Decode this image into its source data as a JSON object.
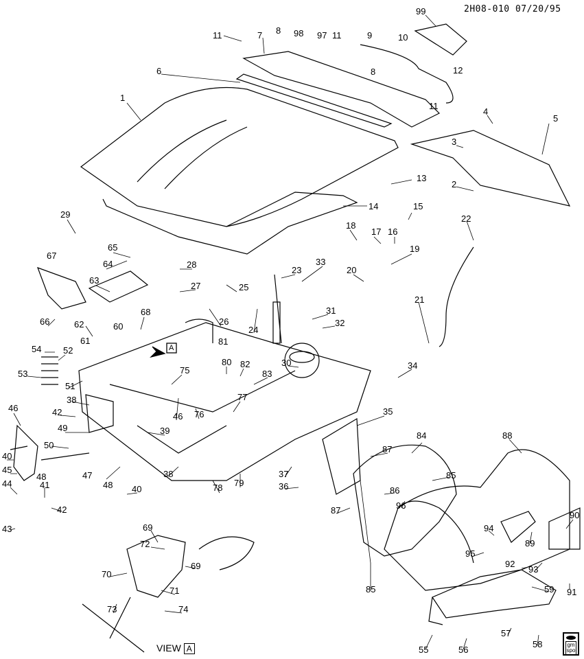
{
  "header": {
    "drawing_id": "2H08-010 07/20/95"
  },
  "view_label": {
    "text": "VIEW",
    "marker": "A"
  },
  "view_arrow_marker": "A",
  "logo": {
    "line1": "gm",
    "line2": "spo"
  },
  "callouts": [
    "99",
    "11",
    "7",
    "8",
    "98",
    "97",
    "11",
    "9",
    "10",
    "12",
    "8",
    "6",
    "11",
    "1",
    "4",
    "5",
    "3",
    "13",
    "2",
    "14",
    "29",
    "15",
    "22",
    "18",
    "17",
    "16",
    "19",
    "65",
    "67",
    "64",
    "28",
    "33",
    "23",
    "20",
    "63",
    "27",
    "25",
    "21",
    "31",
    "68",
    "60",
    "62",
    "61",
    "26",
    "66",
    "24",
    "32",
    "54",
    "52",
    "81",
    "53",
    "30",
    "80",
    "82",
    "83",
    "34",
    "51",
    "75",
    "77",
    "38",
    "46",
    "42",
    "46",
    "76",
    "49",
    "39",
    "50",
    "35",
    "40",
    "45",
    "48",
    "47",
    "48",
    "40",
    "38",
    "78",
    "79",
    "37",
    "84",
    "88",
    "87",
    "85",
    "36",
    "86",
    "96",
    "44",
    "41",
    "87",
    "42",
    "43",
    "69",
    "72",
    "90",
    "94",
    "89",
    "70",
    "69",
    "95",
    "93",
    "92",
    "91",
    "71",
    "85",
    "59",
    "73",
    "74",
    "55",
    "56",
    "57",
    "58"
  ]
}
